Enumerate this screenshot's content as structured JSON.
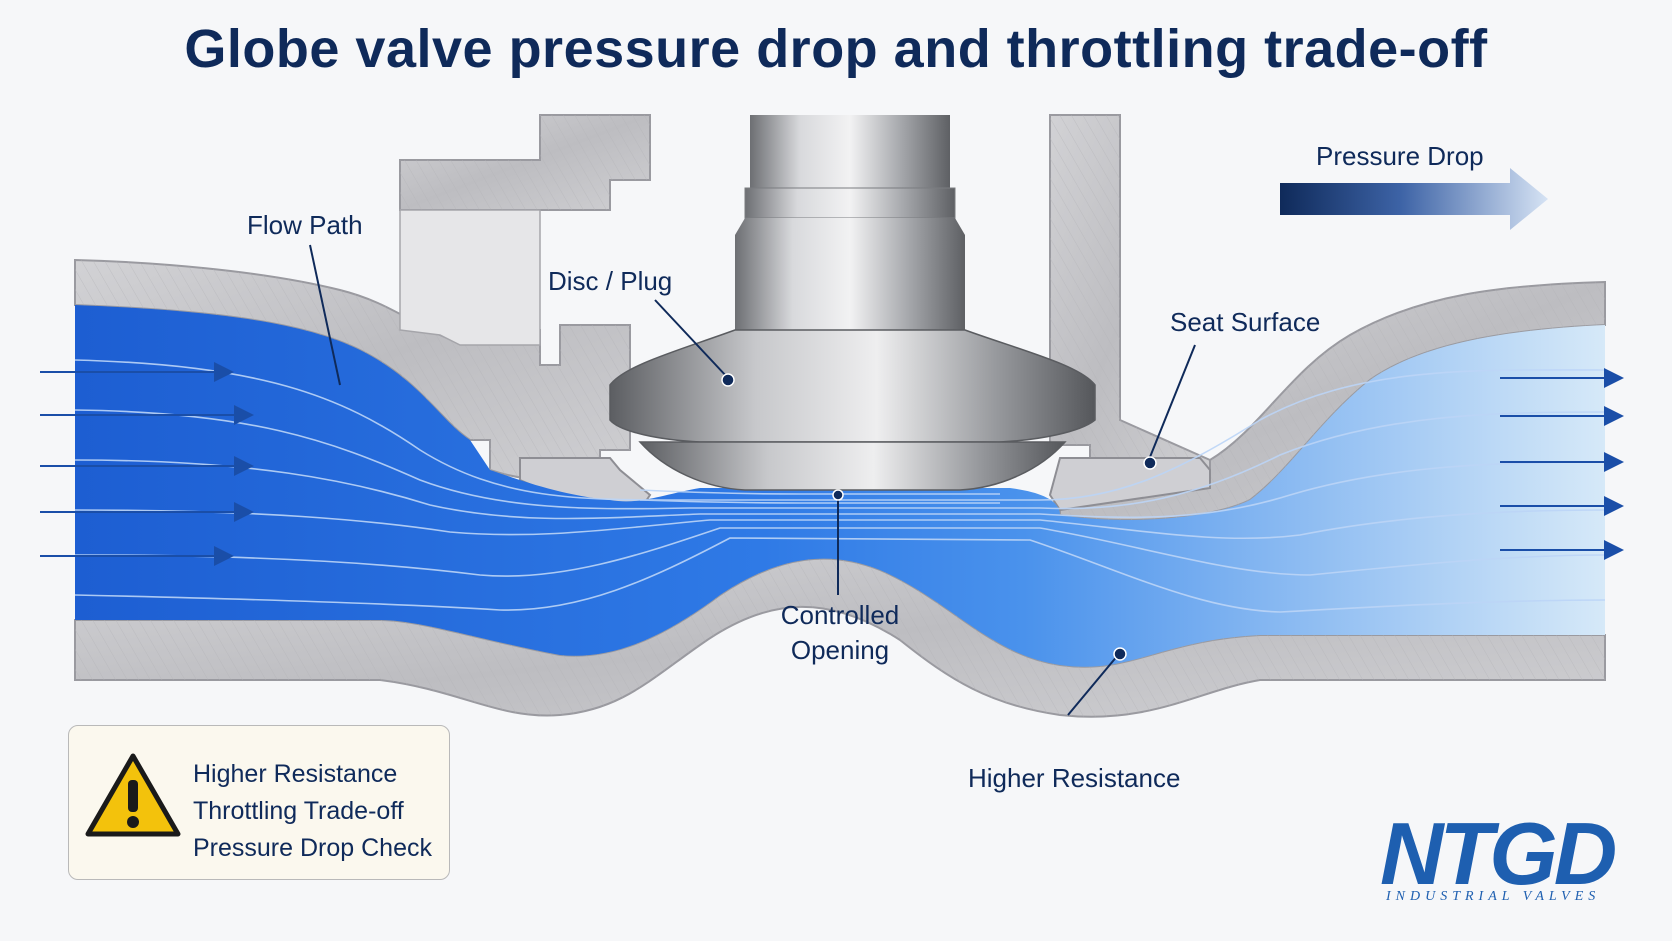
{
  "title": "Globe valve pressure drop and throttling trade-off",
  "labels": {
    "flow_path": "Flow Path",
    "disc_plug": "Disc / Plug",
    "seat_surface": "Seat Surface",
    "pressure_drop": "Pressure Drop",
    "controlled_opening_1": "Controlled",
    "controlled_opening_2": "Opening",
    "higher_resistance": "Higher Resistance"
  },
  "warning_box": {
    "icon": "warning-triangle-icon",
    "lines": [
      "Higher Resistance",
      "Throttling Trade-off",
      "Pressure Drop Check"
    ]
  },
  "logo": {
    "main": "NTGD",
    "sub": "INDUSTRIAL VALVES"
  },
  "colors": {
    "title": "#0f2a5a",
    "flow_dark": "#1a5fd6",
    "flow_light": "#cfe4f6",
    "metal": "#c9c9cc",
    "logo_blue": "#1e5fb0",
    "logo_red": "#e0231c",
    "warning": "#f3c20c"
  }
}
